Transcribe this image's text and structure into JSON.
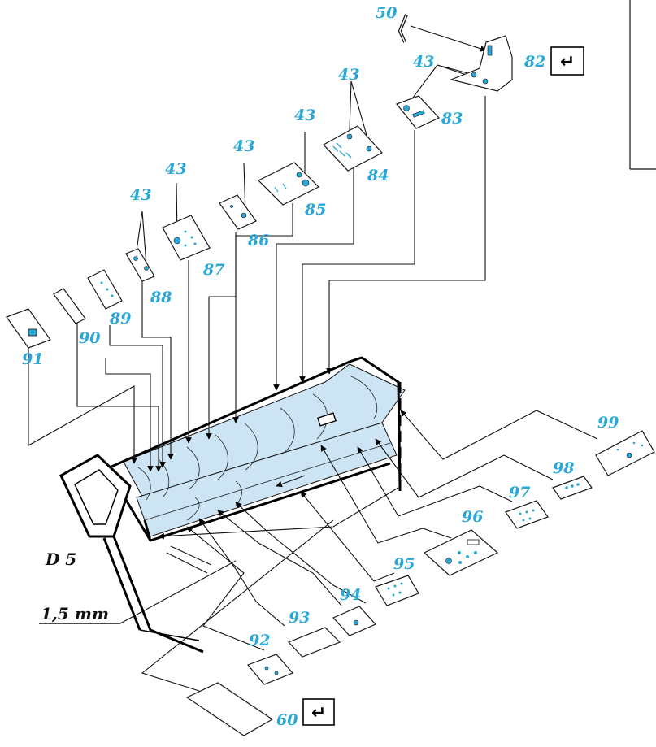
{
  "diagram": {
    "section_label": "D 5",
    "thickness_label": "1,5 mm",
    "return_symbol": "↵",
    "colors": {
      "accent": "#2aa8d8",
      "panel_fill": "#cde4f4",
      "line": "#111111"
    },
    "callouts": [
      {
        "id": "c50",
        "text": "50"
      },
      {
        "id": "c82",
        "text": "82"
      },
      {
        "id": "c43a",
        "text": "43"
      },
      {
        "id": "c83",
        "text": "83"
      },
      {
        "id": "c43b",
        "text": "43"
      },
      {
        "id": "c84",
        "text": "84"
      },
      {
        "id": "c43c",
        "text": "43"
      },
      {
        "id": "c85",
        "text": "85"
      },
      {
        "id": "c43d",
        "text": "43"
      },
      {
        "id": "c86",
        "text": "86"
      },
      {
        "id": "c43e",
        "text": "43"
      },
      {
        "id": "c87",
        "text": "87"
      },
      {
        "id": "c43f",
        "text": "43"
      },
      {
        "id": "c88",
        "text": "88"
      },
      {
        "id": "c89",
        "text": "89"
      },
      {
        "id": "c90",
        "text": "90"
      },
      {
        "id": "c91",
        "text": "91"
      },
      {
        "id": "c99",
        "text": "99"
      },
      {
        "id": "c98",
        "text": "98"
      },
      {
        "id": "c97",
        "text": "97"
      },
      {
        "id": "c96",
        "text": "96"
      },
      {
        "id": "c95",
        "text": "95"
      },
      {
        "id": "c94",
        "text": "94"
      },
      {
        "id": "c93",
        "text": "93"
      },
      {
        "id": "c92",
        "text": "92"
      },
      {
        "id": "c60",
        "text": "60"
      }
    ]
  }
}
